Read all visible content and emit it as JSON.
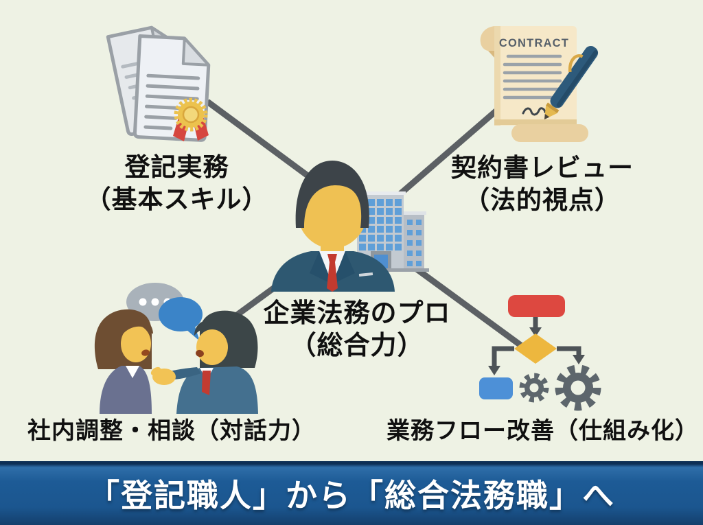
{
  "banner": {
    "text": "「登記職人」から「総合法務職」へ"
  },
  "center": {
    "line1": "企業法務のプロ",
    "line2": "（総合力）",
    "icon": "businessman-with-office-building"
  },
  "nodes": {
    "registry": {
      "line1": "登記実務",
      "line2": "（基本スキル）",
      "icon": "certified-documents"
    },
    "contract": {
      "line1": "契約書レビュー",
      "line2": "（法的視点）",
      "icon": "contract-scroll-and-pen",
      "doc_title": "CONTRACT"
    },
    "communication": {
      "label": "社内調整・相談（対話力）",
      "icon": "two-people-talking"
    },
    "workflow": {
      "label": "業務フロー改善（仕組み化）",
      "icon": "flowchart-and-gears"
    }
  },
  "colors": {
    "background": "#eef2e4",
    "connector": "#5c6064",
    "banner_blue": "#1d5b96",
    "banner_text": "#ffffff",
    "label_text": "#101010",
    "flow_red": "#dd4840",
    "flow_yellow": "#edb73e",
    "flow_blue": "#4d90d7",
    "gear_gray": "#5d666c",
    "suit_navy": "#2e5871",
    "tie_red": "#c33a2f",
    "skin_yellow": "#efc153",
    "scroll_cream": "#f6e8c8"
  }
}
